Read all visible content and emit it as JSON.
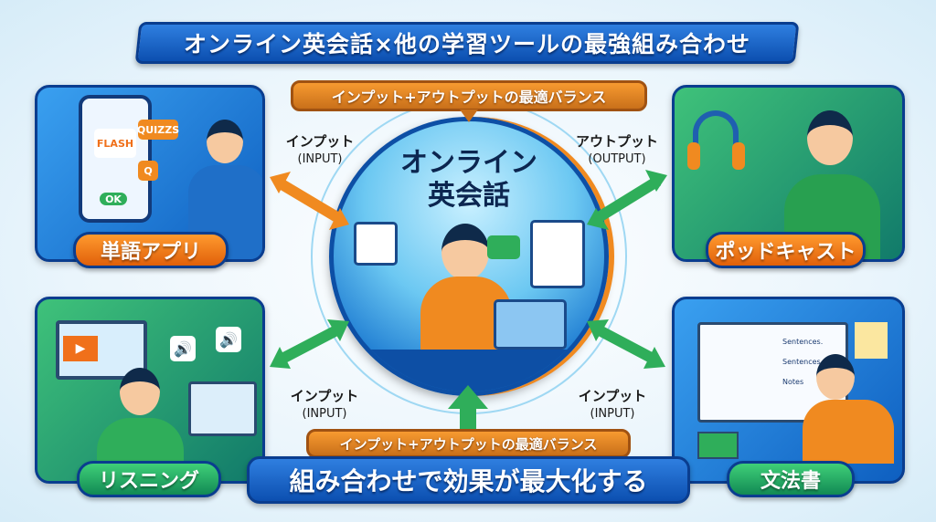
{
  "title": "オンライン英会話×他の学習ツールの最強組み合わせ",
  "center": {
    "line1": "オンライン",
    "line2": "英会話"
  },
  "top_bubble": "インプット+アウトプットの最適バランス",
  "bottom_bubble": "インプット+アウトプットの最適バランス",
  "bottom_banner": "組み合わせで効果が最大化する",
  "arrows": [
    {
      "label": "インプット",
      "sub": "(INPUT)",
      "color": "#f08a20"
    },
    {
      "label": "アウトプット",
      "sub": "(OUTPUT)",
      "color": "#2fae5a"
    },
    {
      "label": "インプット",
      "sub": "(INPUT)",
      "color": "#2fae5a"
    },
    {
      "label": "インプット",
      "sub": "(INPUT)",
      "color": "#2fae5a"
    }
  ],
  "panels": {
    "vocab_app": {
      "label": "単語アプリ",
      "cards": {
        "flash": "FLASH",
        "quiz": "QUIZZS",
        "q": "Q",
        "ok": "OK"
      }
    },
    "podcast": {
      "label": "ポッドキャスト"
    },
    "listening": {
      "label": "リスニング"
    },
    "grammar": {
      "label": "文法書",
      "notes": [
        "Sentences.",
        "Sentences.",
        "Notes"
      ]
    }
  }
}
